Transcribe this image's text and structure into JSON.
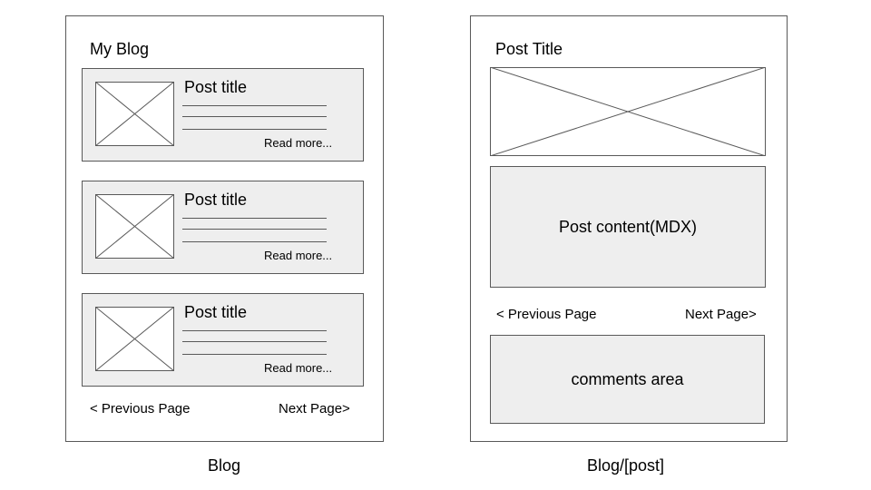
{
  "blog": {
    "heading": "My Blog",
    "posts": [
      {
        "title": "Post title",
        "read_more": "Read more..."
      },
      {
        "title": "Post title",
        "read_more": "Read more..."
      },
      {
        "title": "Post title",
        "read_more": "Read more..."
      }
    ],
    "prev": "< Previous Page",
    "next": "Next Page>",
    "caption": "Blog"
  },
  "post": {
    "heading": "Post Title",
    "content_label": "Post content(MDX)",
    "prev": "< Previous Page",
    "next": "Next Page>",
    "comments_label": "comments area",
    "caption": "Blog/[post]"
  },
  "icons": {
    "thumbnail": "image-placeholder-icon",
    "hero": "image-placeholder-icon"
  },
  "colors": {
    "border": "#595959",
    "fill": "#eeeeee"
  }
}
